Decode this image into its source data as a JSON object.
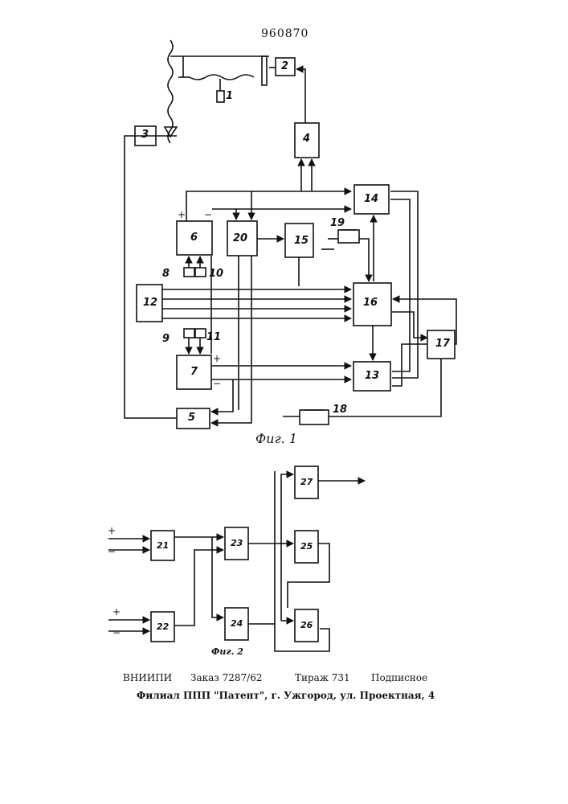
{
  "header": {
    "patent_number": "960870"
  },
  "figure1": {
    "caption": "Фиг. 1",
    "labels": [
      "1",
      "2",
      "3",
      "4",
      "5",
      "6",
      "7",
      "8",
      "9",
      "10",
      "11",
      "12",
      "13",
      "14",
      "15",
      "16",
      "17",
      "18",
      "19",
      "20"
    ]
  },
  "figure2": {
    "caption": "Фиг. 2",
    "labels": [
      "21",
      "22",
      "23",
      "24",
      "25",
      "26",
      "27"
    ]
  },
  "footer": {
    "org": "ВНИИПИ",
    "order": "Заказ 7287/62",
    "circulation": "Тираж 731",
    "type": "Подписное",
    "branch": "Филиал ППП \"Патент\", г. Ужгород, ул. Проектная, 4"
  }
}
